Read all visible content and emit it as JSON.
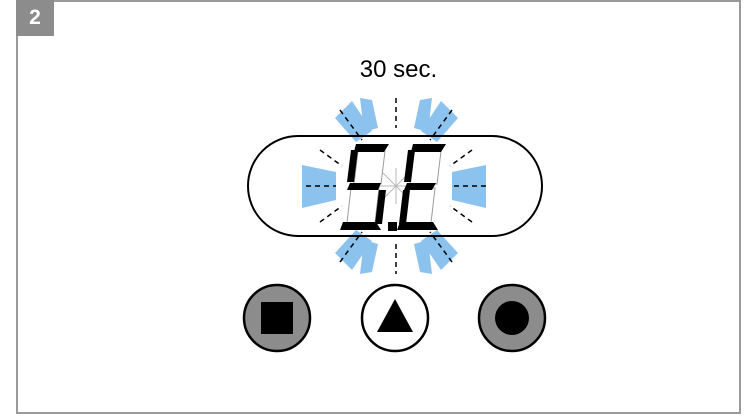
{
  "step": {
    "number": "2"
  },
  "timer": {
    "label": "30 sec."
  },
  "display": {
    "readout": "5.E",
    "state": "blinking"
  },
  "buttons": [
    {
      "name": "stop",
      "shape": "square-icon"
    },
    {
      "name": "up",
      "shape": "triangle-up-icon"
    },
    {
      "name": "record",
      "shape": "circle-icon"
    }
  ],
  "colors": {
    "blink_rays": "#8cc2ee",
    "button_fill_gray": "#8c8c8c",
    "frame_border": "#9a9a9a",
    "badge_bg": "#8c8c8c"
  }
}
